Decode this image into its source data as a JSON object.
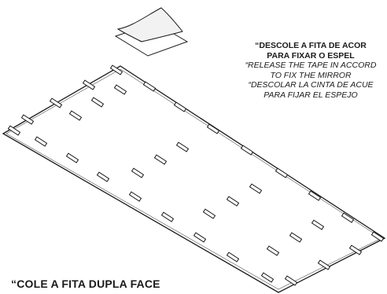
{
  "caption_top": {
    "pt": [
      "“DESCOLE A FITA DE ACOR",
      "PARA FIXAR O ESPEL"
    ],
    "en": [
      "“RELEASE THE TAPE IN ACCORD",
      "TO FIX THE MIRROR"
    ],
    "es": [
      "“DESCOLAR LA CINTA DE ACUE",
      "PARA FIJAR EL ESPEJO"
    ]
  },
  "caption_bottom": "“COLE A FITA DUPLA FACE",
  "colors": {
    "line": "#1a1a1a",
    "paper": "#ffffff"
  },
  "icons": [
    "tape-peel-icon"
  ]
}
